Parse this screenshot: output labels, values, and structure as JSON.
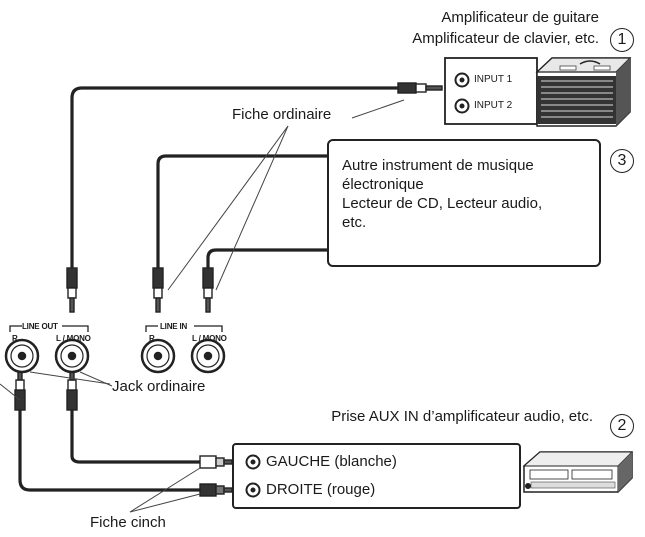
{
  "amp": {
    "title_line1": "Amplificateur de guitare",
    "title_line2": "Amplificateur de clavier, etc.",
    "number": "1",
    "input1": "INPUT 1",
    "input2": "INPUT 2"
  },
  "instrument": {
    "number": "3",
    "text_line1": "Autre instrument de musique",
    "text_line2": "électronique",
    "text_line3": "Lecteur de CD, Lecteur audio,",
    "text_line4": "etc."
  },
  "aux": {
    "title": "Prise AUX IN d’amplificateur audio, etc.",
    "number": "2",
    "left": "GAUCHE (blanche)",
    "right": "DROITE (rouge)"
  },
  "labels": {
    "fiche_ordinaire": "Fiche ordinaire",
    "jack_ordinaire": "Jack ordinaire",
    "fiche_cinch": "Fiche cinch"
  },
  "panel": {
    "line_out": "LINE OUT",
    "line_in": "LINE IN",
    "r": "R",
    "l_mono": "L / MONO"
  }
}
